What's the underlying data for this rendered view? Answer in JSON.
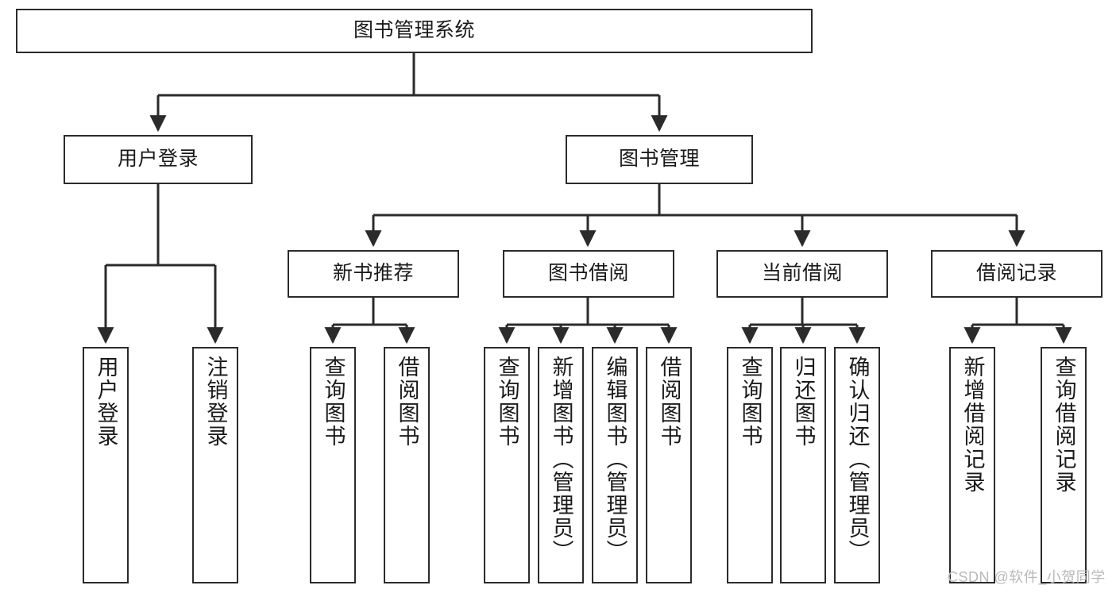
{
  "diagram": {
    "title": "图书管理系统",
    "type": "tree-hierarchy-diagram",
    "colors": {
      "box_border": "#2b2b2b",
      "box_fill": "#ffffff",
      "edge": "#2b2b2b",
      "text": "#1a1a1a",
      "watermark": "#b9b9b9",
      "background": "#ffffff"
    },
    "root": {
      "label": "图书管理系统"
    },
    "level2": [
      {
        "label": "用户登录"
      },
      {
        "label": "图书管理"
      }
    ],
    "level3": [
      {
        "label": "新书推荐"
      },
      {
        "label": "图书借阅"
      },
      {
        "label": "当前借阅"
      },
      {
        "label": "借阅记录"
      }
    ],
    "leaves": {
      "user_login": [
        {
          "label": "用户登录"
        },
        {
          "label": "注销登录"
        }
      ],
      "new_book_recommend": [
        {
          "label": "查询图书"
        },
        {
          "label": "借阅图书"
        }
      ],
      "book_borrow": [
        {
          "label": "查询图书"
        },
        {
          "label": "新增图书（管理员）"
        },
        {
          "label": "编辑图书（管理员）"
        },
        {
          "label": "借阅图书"
        }
      ],
      "current_borrow": [
        {
          "label": "查询图书"
        },
        {
          "label": "归还图书"
        },
        {
          "label": "确认归还（管理员）"
        }
      ],
      "borrow_record": [
        {
          "label": "新增借阅记录"
        },
        {
          "label": "查询借阅记录"
        }
      ]
    }
  },
  "watermark": {
    "text": "CSDN @软件_小贺同学"
  }
}
